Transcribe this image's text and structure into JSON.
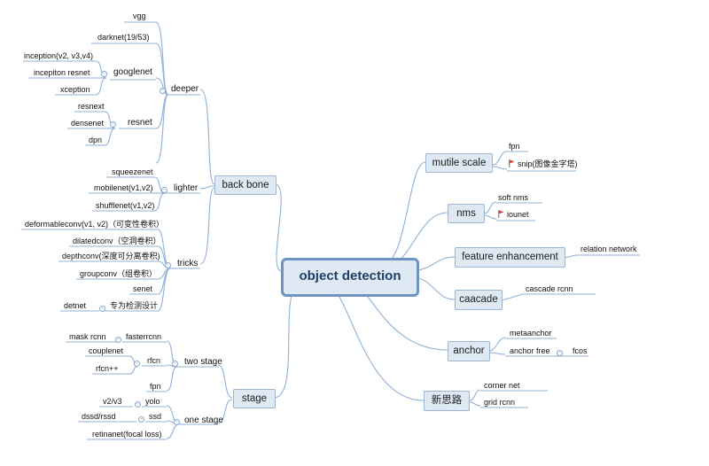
{
  "root": "object  detection",
  "left": {
    "backbone": {
      "label": "back bone",
      "deeper": {
        "label": "deeper",
        "vgg": "vgg",
        "darknet": "darknet(19/53)",
        "googlenet": {
          "label": "googlenet",
          "inception": "inception(v2, v3,v4)",
          "inceptiton_resnet": "incepiton resnet",
          "xception": "xception"
        },
        "resnet": {
          "label": "resnet",
          "resnext": "resnext",
          "densenet": "densenet",
          "dpn": "dpn"
        }
      },
      "lighter": {
        "label": "lighter",
        "squeezenet": "squeezenet",
        "mobilenet": "mobilenet(v1,v2)",
        "shufflenet": "shufflenet(v1,v2)"
      },
      "tricks": {
        "label": "tricks",
        "deformable": "deformableconv(v1, v2)（可变性卷积）",
        "dilated": "dilatedconv（空洞卷积）",
        "depthconv": "depthconv(深度可分离卷积)",
        "groupconv": "groupconv（组卷积）",
        "senet": "senet",
        "detnet": {
          "label": "专为检测设计",
          "child": "detnet"
        }
      }
    },
    "stage": {
      "label": "stage",
      "two_stage": {
        "label": "two stage",
        "fasterrcnn": {
          "label": "fasterrcnn",
          "child": "mask rcnn"
        },
        "rfcn": {
          "label": "rfcn",
          "couplenet": "couplenet",
          "rfcnpp": "rfcn++"
        },
        "fpn": "fpn"
      },
      "one_stage": {
        "label": "one stage",
        "yolo": {
          "label": "yolo",
          "child": "v2/v3"
        },
        "ssd": {
          "label": "ssd",
          "child": "dssd/rssd"
        },
        "retinanet": "retinanet(focal loss)"
      }
    }
  },
  "right": {
    "multiscale": {
      "label": "mutile scale",
      "fpn": "fpn",
      "snip": "snip(图像金字塔)"
    },
    "nms": {
      "label": "nms",
      "soft_nms": "soft nms",
      "iounet": "iounet"
    },
    "feature": {
      "label": "feature enhancement",
      "relation": "relation network"
    },
    "cascade": {
      "label": "caacade",
      "cascade_rcnn": "cascade rcnn"
    },
    "anchor": {
      "label": "anchor",
      "metaanchor": "metaanchor",
      "anchor_free": "anchor free",
      "fcos": "fcos"
    },
    "new_ideas": {
      "label": "新思路",
      "corner_net": "corner net",
      "grid_rcnn": "grid rcnn"
    }
  },
  "colors": {
    "line": "#8fb0d6",
    "node_fill": "#dfe9f4",
    "node_border": "#9db5d0",
    "root_border": "#6e95c2",
    "flag": "#e0382e"
  }
}
